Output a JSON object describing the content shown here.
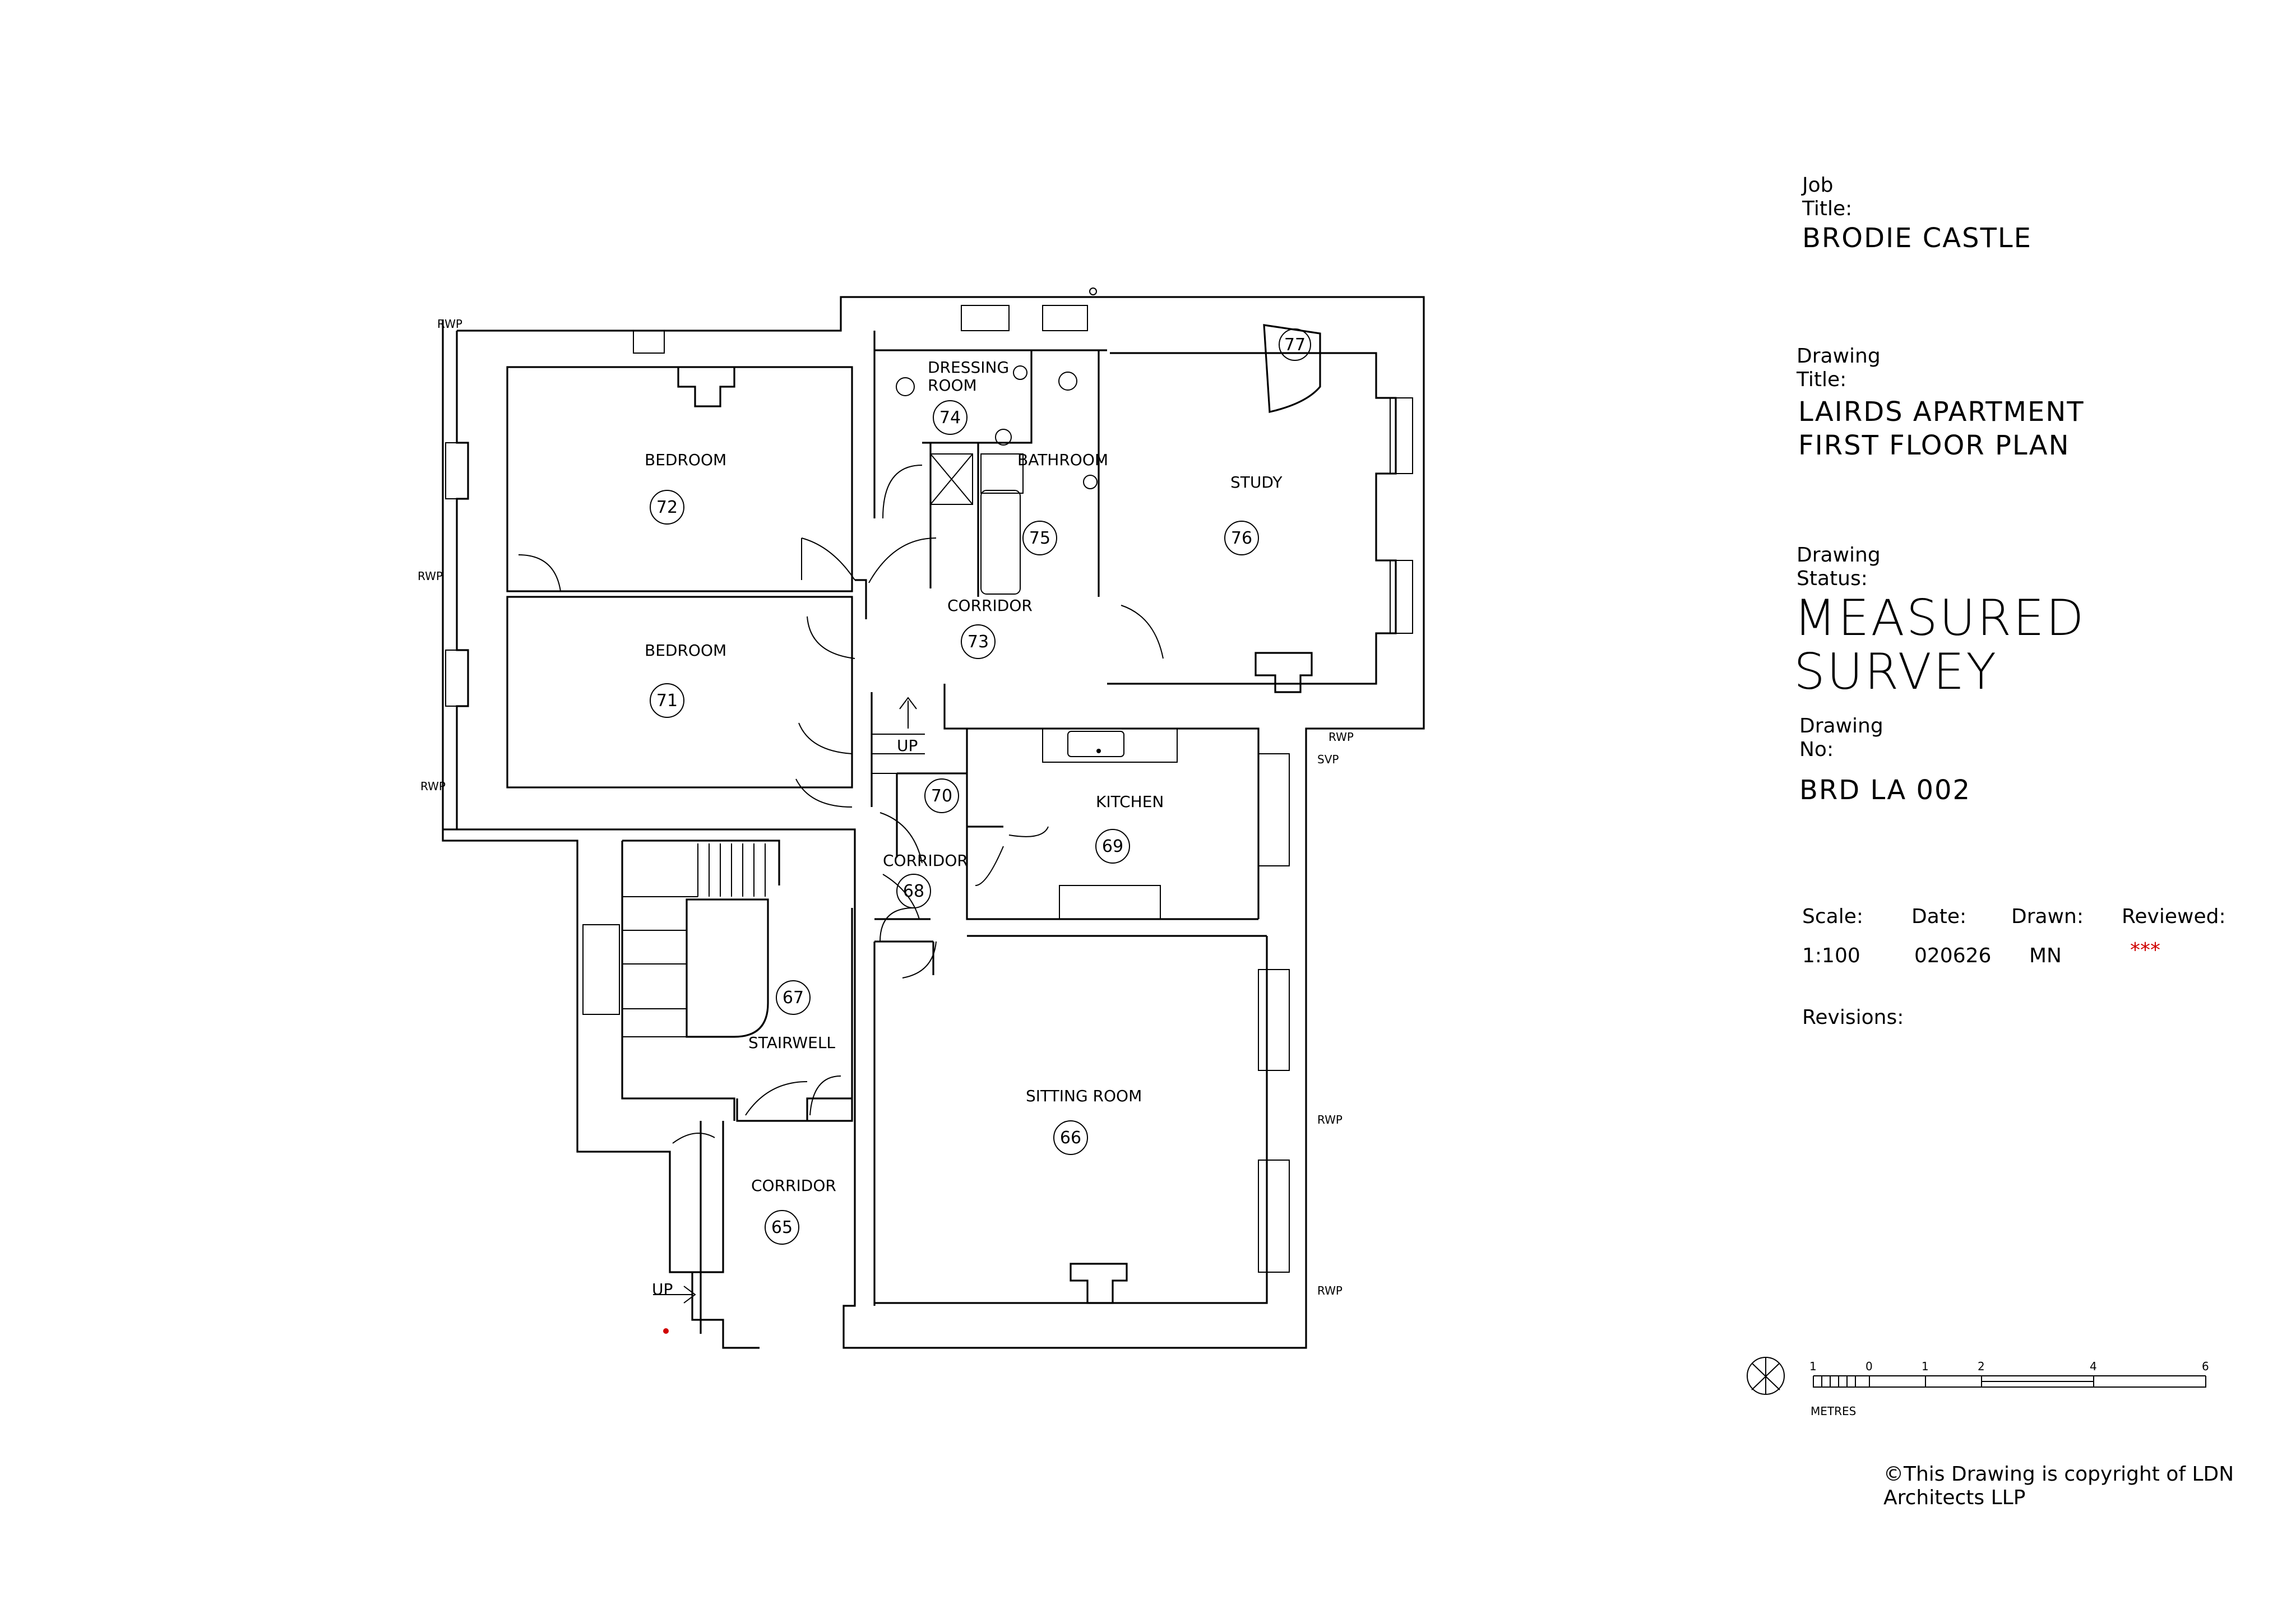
{
  "title_block": {
    "job_title_label": "Job\nTitle:",
    "job_title": "BRODIE CASTLE",
    "drawing_title_label": "Drawing\nTitle:",
    "drawing_title": "LAIRDS APARTMENT\nFIRST FLOOR PLAN",
    "drawing_status_label": "Drawing\nStatus:",
    "drawing_status": "MEASURED\nSURVEY",
    "drawing_no_label": "Drawing\nNo:",
    "drawing_no": "BRD LA 002",
    "scale_label": "Scale:",
    "scale": "1:100",
    "date_label": "Date:",
    "date": "020626",
    "drawn_label": "Drawn:",
    "drawn": "MN",
    "reviewed_label": "Reviewed:",
    "reviewed": "***",
    "revisions_label": "Revisions:",
    "copyright": "©This Drawing is copyright of LDN\nArchitects LLP",
    "scale_bar": {
      "ticks": [
        "1",
        "0",
        "1",
        "2",
        "4",
        "6"
      ],
      "unit": "METRES"
    }
  },
  "rooms": [
    {
      "name": "BEDROOM",
      "number": "72"
    },
    {
      "name": "BEDROOM",
      "number": "71"
    },
    {
      "name": "DRESSING\nROOM",
      "number": "74"
    },
    {
      "name": "BATHROOM",
      "number": "75"
    },
    {
      "name": "STUDY",
      "number": "76"
    },
    {
      "name": "",
      "number": "77"
    },
    {
      "name": "CORRIDOR",
      "number": "73"
    },
    {
      "name": "",
      "number": "70"
    },
    {
      "name": "KITCHEN",
      "number": "69"
    },
    {
      "name": "CORRIDOR",
      "number": "68"
    },
    {
      "name": "STAIRWELL",
      "number": "67"
    },
    {
      "name": "SITTING ROOM",
      "number": "66"
    },
    {
      "name": "CORRIDOR",
      "number": "65"
    }
  ],
  "annotations": {
    "rwp": "RWP",
    "svp": "SVP",
    "up": "UP"
  }
}
